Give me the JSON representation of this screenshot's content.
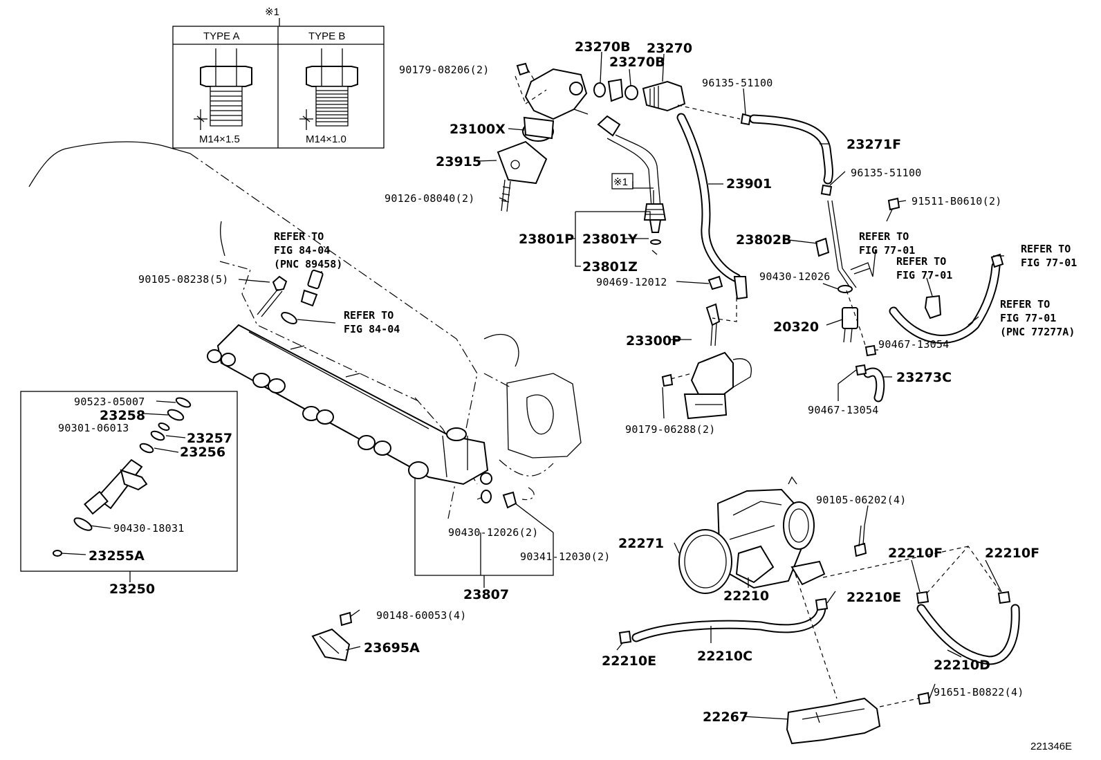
{
  "diagram": {
    "inset": {
      "mark": "※1",
      "type_a": {
        "title": "TYPE A",
        "thread": "M14×1.5"
      },
      "type_b": {
        "title": "TYPE B",
        "thread": "M14×1.0"
      }
    },
    "labels": {
      "p23270B_a": "23270B",
      "p23270": "23270",
      "p23270B_b": "23270B",
      "p90179_08206": "90179-08206(2)",
      "p96135_51100_a": "96135-51100",
      "p23100X": "23100X",
      "p23271F": "23271F",
      "p23915": "23915",
      "p96135_51100_b": "96135-51100",
      "p90126_08040": "90126-08040(2)",
      "mark1_box": "※1",
      "p23901": "23901",
      "p91511_B0610": "91511-B0610(2)",
      "p23801P": "23801P",
      "p23801Y": "23801Y",
      "p23801Z": "23801Z",
      "p23802B": "23802B",
      "p90469_12012": "90469-12012",
      "p90430_12026_a": "90430-12026",
      "p20320": "20320",
      "p90467_13054_a": "90467-13054",
      "p23300P": "23300P",
      "p23273C": "23273C",
      "p90467_13054_b": "90467-13054",
      "p90179_06288": "90179-06288(2)",
      "p90105_08238": "90105-08238(5)",
      "p90523_05007": "90523-05007",
      "p23258": "23258",
      "p90301_06013": "90301-06013",
      "p23257": "23257",
      "p23256": "23256",
      "p90430_18031": "90430-18031",
      "p23255A": "23255A",
      "p23250": "23250",
      "p90430_12026_b": "90430-12026(2)",
      "p90341_12030": "90341-12030(2)",
      "p23807": "23807",
      "p90148_60053": "90148-60053(4)",
      "p23695A": "23695A",
      "p90105_06202": "90105-06202(4)",
      "p22271": "22271",
      "p22210": "22210",
      "p22210F_a": "22210F",
      "p22210F_b": "22210F",
      "p22210E_a": "22210E",
      "p22210E_b": "22210E",
      "p22210C": "22210C",
      "p22210D": "22210D",
      "p91651_B0822": "91651-B0822(4)",
      "p22267": "22267",
      "figure_code": "221346E"
    },
    "references": {
      "r1_l1": "REFER TO",
      "r1_l2": "FIG 84-04",
      "r1_l3": "(PNC 89458)",
      "r2_l1": "REFER TO",
      "r2_l2": "FIG 84-04",
      "r3_l1": "REFER TO",
      "r3_l2": "FIG 77-01",
      "r4_l1": "REFER TO",
      "r4_l2": "FIG 77-01",
      "r5_l1": "REFER TO",
      "r5_l2": "FIG 77-01",
      "r6_l1": "REFER TO",
      "r6_l2": "FIG 77-01",
      "r6_l3": "(PNC 77277A)"
    }
  }
}
